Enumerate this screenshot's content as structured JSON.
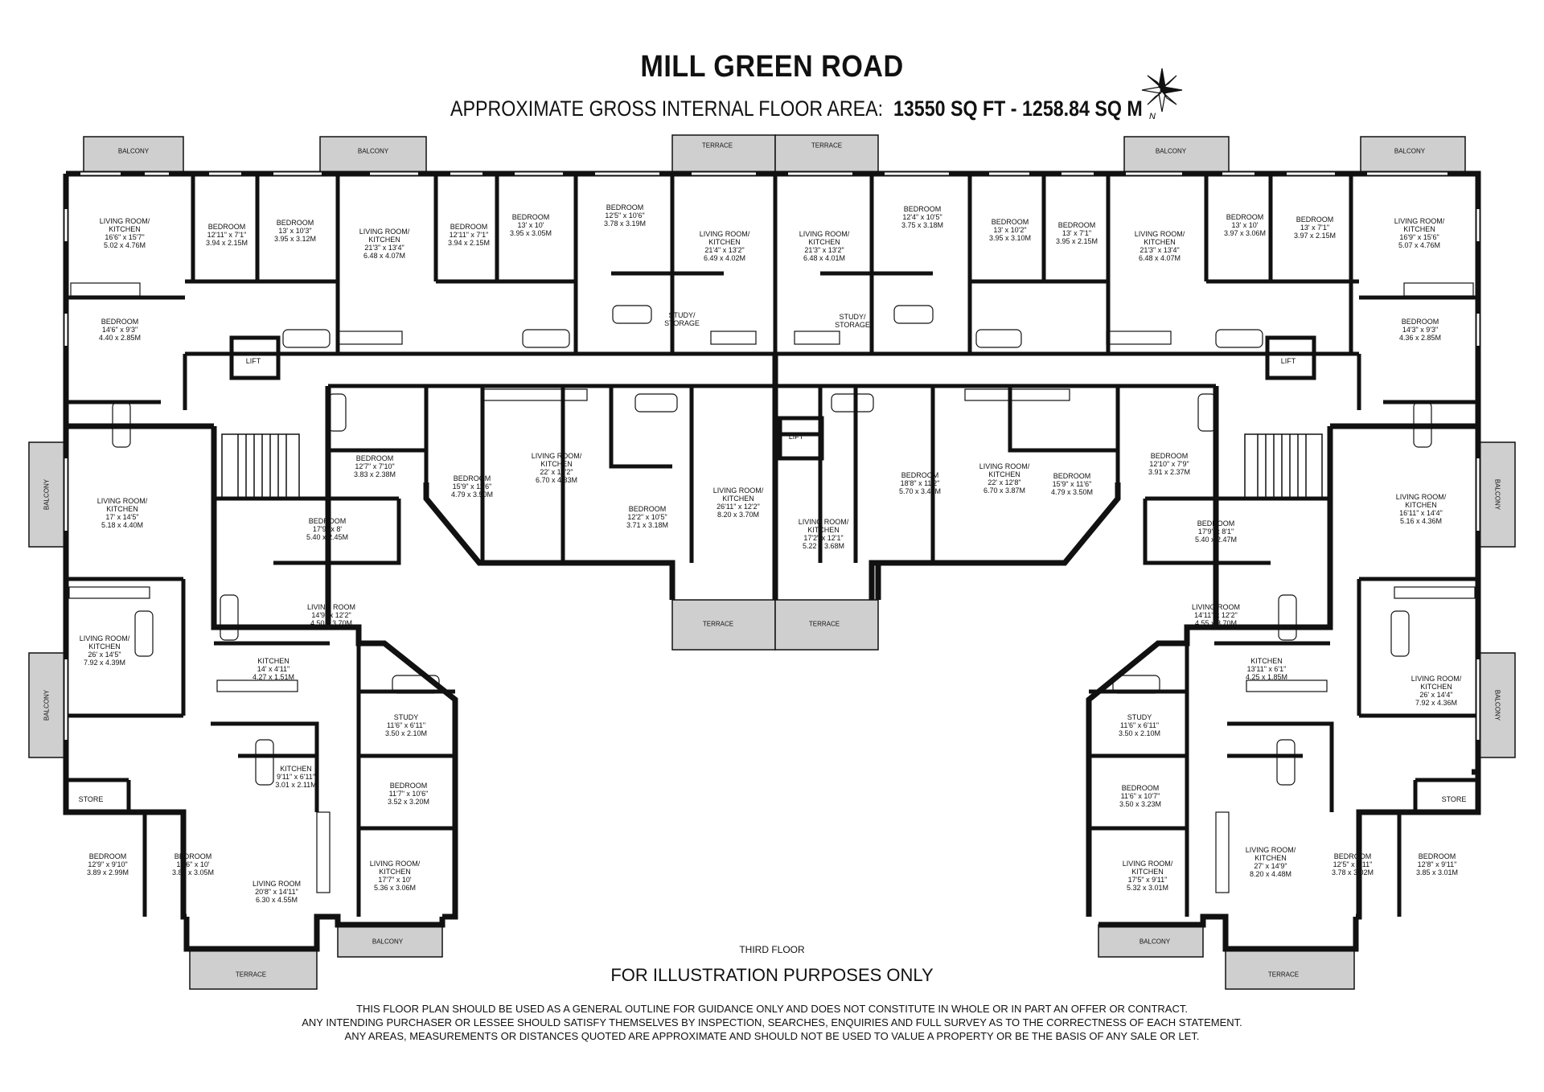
{
  "title": "MILL GREEN ROAD",
  "subtitle_prefix": "APPROXIMATE GROSS INTERNAL FLOOR AREA:",
  "subtitle_area": "13550 SQ FT  -  1258.84 SQ M",
  "compass_label": "N",
  "floor_label": "THIRD FLOOR",
  "illustration_note": "FOR ILLUSTRATION PURPOSES ONLY",
  "disclaimer": [
    "THIS FLOOR PLAN SHOULD BE USED AS A GENERAL OUTLINE FOR GUIDANCE ONLY AND DOES NOT CONSTITUTE IN WHOLE OR IN PART AN OFFER OR CONTRACT.",
    "ANY INTENDING PURCHASER OR LESSEE SHOULD SATISFY THEMSELVES BY INSPECTION, SEARCHES, ENQUIRIES AND FULL SURVEY AS TO THE CORRECTNESS OF EACH STATEMENT.",
    "ANY AREAS, MEASUREMENTS OR DISTANCES QUOTED ARE APPROXIMATE AND SHOULD NOT BE USED TO VALUE A PROPERTY OR BE THE BASIS OF ANY SALE OR LET."
  ],
  "colors": {
    "wall": "#111111",
    "terrace_fill": "#cfcfcf",
    "background": "#ffffff"
  },
  "rooms": [
    {
      "id": "r1",
      "text": "LIVING ROOM/\nKITCHEN\n16'6\" x 15'7\"\n5.02 x 4.76M"
    },
    {
      "id": "r2",
      "text": "BEDROOM\n12'11\" x 7'1\"\n3.94 x 2.15M"
    },
    {
      "id": "r3",
      "text": "BEDROOM\n13' x 10'3\"\n3.95 x 3.12M"
    },
    {
      "id": "r4",
      "text": "LIVING ROOM/\nKITCHEN\n21'3\" x 13'4\"\n6.48 x 4.07M"
    },
    {
      "id": "r5",
      "text": "BEDROOM\n12'11\" x 7'1\"\n3.94 x 2.15M"
    },
    {
      "id": "r6",
      "text": "BEDROOM\n13' x 10'\n3.95 x 3.05M"
    },
    {
      "id": "r7",
      "text": "BEDROOM\n12'5\" x 10'6\"\n3.78 x 3.19M"
    },
    {
      "id": "r8",
      "text": "LIVING ROOM/\nKITCHEN\n21'4\" x 13'2\"\n6.49 x 4.02M"
    },
    {
      "id": "r9",
      "text": "LIVING ROOM/\nKITCHEN\n21'3\" x 13'2\"\n6.48 x 4.01M"
    },
    {
      "id": "r10",
      "text": "BEDROOM\n12'4\" x 10'5\"\n3.75 x 3.18M"
    },
    {
      "id": "r11",
      "text": "BEDROOM\n13' x 10'2\"\n3.95 x 3.10M"
    },
    {
      "id": "r12",
      "text": "BEDROOM\n13' x 7'1\"\n3.95 x 2.15M"
    },
    {
      "id": "r13",
      "text": "LIVING ROOM/\nKITCHEN\n21'3\" x 13'4\"\n6.48 x 4.07M"
    },
    {
      "id": "r14",
      "text": "BEDROOM\n13' x 10'\n3.97 x 3.06M"
    },
    {
      "id": "r15",
      "text": "BEDROOM\n13' x 7'1\"\n3.97 x 2.15M"
    },
    {
      "id": "r16",
      "text": "LIVING ROOM/\nKITCHEN\n16'9\" x 15'6\"\n5.07 x 4.76M"
    },
    {
      "id": "r17",
      "text": "STUDY/\nSTORAGE"
    },
    {
      "id": "r18",
      "text": "STUDY/\nSTORAGE"
    },
    {
      "id": "r19",
      "text": "BEDROOM\n14'6\" x 9'3\"\n4.40 x 2.85M"
    },
    {
      "id": "r20",
      "text": "BEDROOM\n14'3\" x 9'3\"\n4.36 x 2.85M"
    },
    {
      "id": "r21",
      "text": "LIFT"
    },
    {
      "id": "r22",
      "text": "LIFT"
    },
    {
      "id": "r23",
      "text": "LIFT"
    },
    {
      "id": "r24",
      "text": "LIVING ROOM/\nKITCHEN\n17' x 14'5\"\n5.18 x 4.40M"
    },
    {
      "id": "r25",
      "text": "LIVING ROOM/\nKITCHEN\n16'11\" x 14'4\"\n5.16 x 4.36M"
    },
    {
      "id": "r26",
      "text": "BEDROOM\n12'7\" x 7'10\"\n3.83 x 2.38M"
    },
    {
      "id": "r27",
      "text": "BEDROOM\n15'9\" x 11'6\"\n4.79 x 3.50M"
    },
    {
      "id": "r28",
      "text": "LIVING ROOM/\nKITCHEN\n22' x 14'2\"\n6.70 x 4.33M"
    },
    {
      "id": "r29",
      "text": "BEDROOM\n12'2\" x 10'5\"\n3.71 x 3.18M"
    },
    {
      "id": "r30",
      "text": "LIVING ROOM/\nKITCHEN\n26'11\" x 12'2\"\n8.20 x 3.70M"
    },
    {
      "id": "r31",
      "text": "LIVING ROOM/\nKITCHEN\n17'2\" x 12'1\"\n5.22 x 3.68M"
    },
    {
      "id": "r32",
      "text": "BEDROOM\n18'8\" x 11'2\"\n5.70 x 3.40M"
    },
    {
      "id": "r33",
      "text": "LIVING ROOM/\nKITCHEN\n22' x 12'8\"\n6.70 x 3.87M"
    },
    {
      "id": "r34",
      "text": "BEDROOM\n15'9\" x 11'6\"\n4.79 x 3.50M"
    },
    {
      "id": "r35",
      "text": "BEDROOM\n12'10\" x 7'9\"\n3.91 x 2.37M"
    },
    {
      "id": "r36",
      "text": "BEDROOM\n17'9\" x 8'\n5.40 x 2.45M"
    },
    {
      "id": "r37",
      "text": "BEDROOM\n17'9\" x 8'1\"\n5.40 x 2.47M"
    },
    {
      "id": "r38",
      "text": "LIVING ROOM\n14'9\" x 12'2\"\n4.50 x 3.70M"
    },
    {
      "id": "r39",
      "text": "LIVING ROOM\n14'11\" x 12'2\"\n4.55 x 3.70M"
    },
    {
      "id": "r40",
      "text": "KITCHEN\n14' x 4'11\"\n4.27 x 1.51M"
    },
    {
      "id": "r41",
      "text": "KITCHEN\n13'11\" x 6'1\"\n4.25 x 1.85M"
    },
    {
      "id": "r42",
      "text": "LIVING ROOM/\nKITCHEN\n26' x 14'5\"\n7.92 x 4.39M"
    },
    {
      "id": "r43",
      "text": "LIVING ROOM/\nKITCHEN\n26' x 14'4\"\n7.92 x 4.36M"
    },
    {
      "id": "r44",
      "text": "STUDY\n11'6\" x 6'11\"\n3.50 x 2.10M"
    },
    {
      "id": "r45",
      "text": "STUDY\n11'6\" x 6'11\"\n3.50 x 2.10M"
    },
    {
      "id": "r46",
      "text": "KITCHEN\n9'11\" x 6'11\"\n3.01 x 2.11M"
    },
    {
      "id": "r47",
      "text": "BEDROOM\n11'7\" x 10'6\"\n3.52 x 3.20M"
    },
    {
      "id": "r48",
      "text": "BEDROOM\n11'6\" x 10'7\"\n3.50 x 3.23M"
    },
    {
      "id": "r49",
      "text": "STORE"
    },
    {
      "id": "r50",
      "text": "STORE"
    },
    {
      "id": "r51",
      "text": "BEDROOM\n12'9\" x 9'10\"\n3.89 x 2.99M"
    },
    {
      "id": "r52",
      "text": "BEDROOM\n12'6\" x 10'\n3.82 x 3.05M"
    },
    {
      "id": "r53",
      "text": "LIVING ROOM\n20'8\" x 14'11\"\n6.30 x 4.55M"
    },
    {
      "id": "r54",
      "text": "LIVING ROOM/\nKITCHEN\n17'7\" x 10'\n5.36 x 3.06M"
    },
    {
      "id": "r55",
      "text": "LIVING ROOM/\nKITCHEN\n17'5\" x 9'11\"\n5.32 x 3.01M"
    },
    {
      "id": "r56",
      "text": "LIVING ROOM/\nKITCHEN\n27' x 14'9\"\n8.20 x 4.48M"
    },
    {
      "id": "r57",
      "text": "BEDROOM\n12'5\" x 9'11\"\n3.78 x 3.02M"
    },
    {
      "id": "r58",
      "text": "BEDROOM\n12'8\" x 9'11\"\n3.85 x 3.01M"
    }
  ],
  "outdoor_tags": [
    {
      "id": "t1",
      "text": "BALCONY"
    },
    {
      "id": "t2",
      "text": "BALCONY"
    },
    {
      "id": "t3",
      "text": "TERRACE"
    },
    {
      "id": "t4",
      "text": "TERRACE"
    },
    {
      "id": "t5",
      "text": "BALCONY"
    },
    {
      "id": "t6",
      "text": "BALCONY"
    },
    {
      "id": "t7",
      "text": "BALCONY"
    },
    {
      "id": "t8",
      "text": "BALCONY"
    },
    {
      "id": "t9",
      "text": "TERRACE"
    },
    {
      "id": "t10",
      "text": "TERRACE"
    },
    {
      "id": "t11",
      "text": "BALCONY"
    },
    {
      "id": "t12",
      "text": "BALCONY"
    },
    {
      "id": "t13",
      "text": "BALCONY"
    },
    {
      "id": "t14",
      "text": "TERRACE"
    },
    {
      "id": "t15",
      "text": "BALCONY"
    },
    {
      "id": "t16",
      "text": "TERRACE"
    }
  ]
}
